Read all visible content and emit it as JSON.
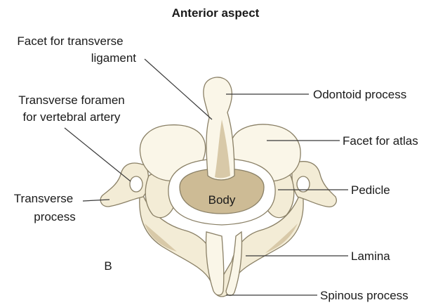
{
  "title": "Anterior aspect",
  "figure_letter": "B",
  "labels": {
    "facet_transverse_ligament_1": "Facet for transverse",
    "facet_transverse_ligament_2": "ligament",
    "transverse_foramen_1": "Transverse foramen",
    "transverse_foramen_2": "for vertebral artery",
    "transverse_process_1": "Transverse",
    "transverse_process_2": "process",
    "odontoid_process": "Odontoid process",
    "facet_for_atlas": "Facet for atlas",
    "pedicle": "Pedicle",
    "lamina": "Lamina",
    "spinous_process": "Spinous process",
    "body": "Body"
  },
  "colors": {
    "bone": "#f3ecd6",
    "bone_shadow": "#d8c9a8",
    "body_shadow": "#cdbb95",
    "outline": "#8a8066",
    "leader": "#3a3a3a"
  }
}
